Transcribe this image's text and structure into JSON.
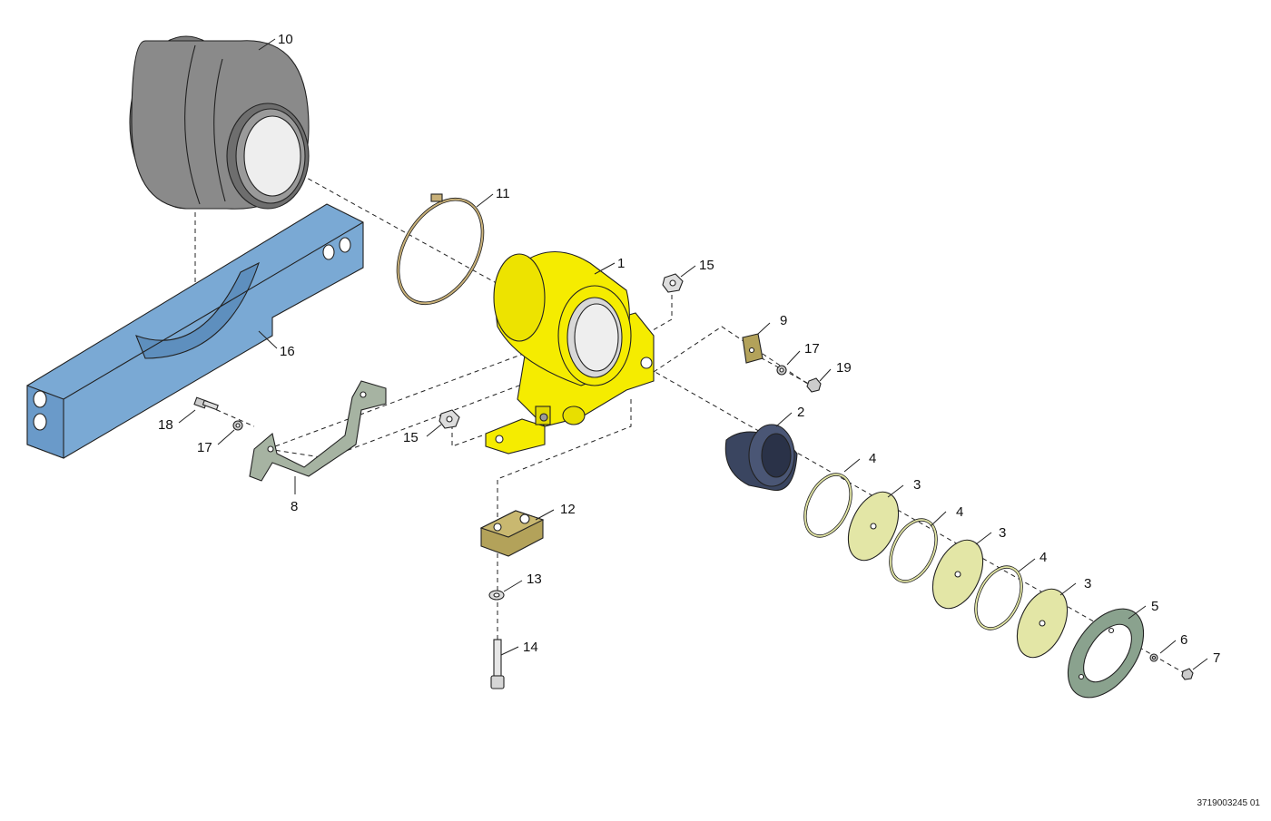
{
  "diagram": {
    "document_id": "3719003245 01",
    "callouts": [
      "1",
      "2",
      "3",
      "3",
      "3",
      "4",
      "4",
      "4",
      "5",
      "6",
      "7",
      "8",
      "9",
      "10",
      "11",
      "12",
      "13",
      "14",
      "15",
      "15",
      "16",
      "17",
      "17",
      "18",
      "19"
    ]
  },
  "colors": {
    "housing": "#f5ec00",
    "bracket": "#7aa9d4",
    "cover": "#8a8a8a",
    "bushing": "#3a4560",
    "disc": "#e3e6a6",
    "flange": "#8aa28e",
    "block": "#b3a25a",
    "clip": "#a6b3a2",
    "band": "#c8b078"
  }
}
